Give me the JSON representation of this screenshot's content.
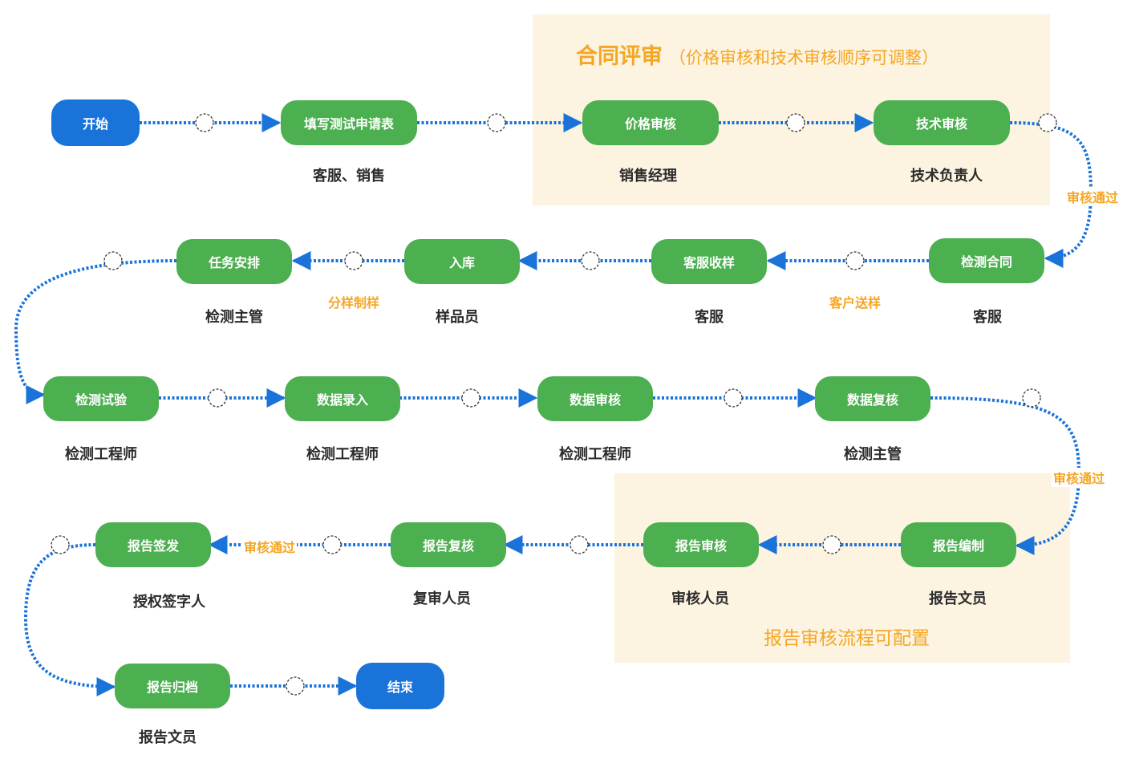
{
  "colors": {
    "node_green": "#4caf50",
    "node_blue": "#1a73d9",
    "link_blue": "#1a73d9",
    "accent_orange": "#f5a623",
    "region_bg": "#fcf3e1"
  },
  "regions": {
    "contract": {
      "title": "合同评审",
      "subtitle": "（价格审核和技术审核顺序可调整）"
    },
    "report": {
      "note": "报告审核流程可配置"
    }
  },
  "nodes": {
    "start": {
      "label": "开始"
    },
    "apply": {
      "label": "填写测试申请表",
      "role": "客服、销售"
    },
    "price": {
      "label": "价格审核",
      "role": "销售经理"
    },
    "tech": {
      "label": "技术审核",
      "role": "技术负责人"
    },
    "contract": {
      "label": "检测合同",
      "role": "客服"
    },
    "receive": {
      "label": "客服收样",
      "role": "客服"
    },
    "storage": {
      "label": "入库",
      "role": "样品员"
    },
    "task": {
      "label": "任务安排",
      "role": "检测主管"
    },
    "test": {
      "label": "检测试验",
      "role": "检测工程师"
    },
    "entry": {
      "label": "数据录入",
      "role": "检测工程师"
    },
    "dataReview": {
      "label": "数据审核",
      "role": "检测工程师"
    },
    "dataRecheck": {
      "label": "数据复核",
      "role": "检测主管"
    },
    "compile": {
      "label": "报告编制",
      "role": "报告文员"
    },
    "reportReview": {
      "label": "报告审核",
      "role": "审核人员"
    },
    "reportRecheck": {
      "label": "报告复核",
      "role": "复审人员"
    },
    "issue": {
      "label": "报告签发",
      "role": "授权签字人"
    },
    "archive": {
      "label": "报告归档",
      "role": "报告文员"
    },
    "end": {
      "label": "结束"
    }
  },
  "edge_labels": {
    "tech_to_contract": "审核通过",
    "contract_to_receive": "客户送样",
    "storage_to_task": "分样制样",
    "recheck_to_compile": "审核通过",
    "recheck_to_issue": "审核通过"
  }
}
